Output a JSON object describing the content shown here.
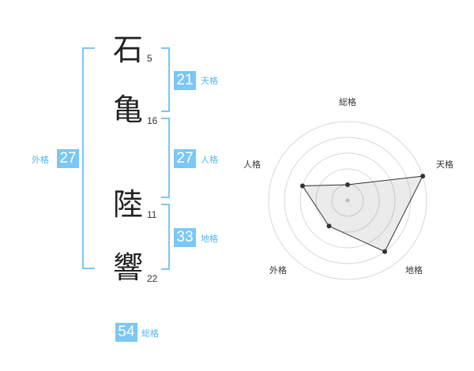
{
  "name": {
    "chars": [
      {
        "char": "石",
        "strokes": "5"
      },
      {
        "char": "亀",
        "strokes": "16"
      },
      {
        "char": "陸",
        "strokes": "11"
      },
      {
        "char": "響",
        "strokes": "22"
      }
    ]
  },
  "scores": {
    "tenkaku": {
      "value": "21",
      "label": "天格"
    },
    "jinkaku": {
      "value": "27",
      "label": "人格"
    },
    "chikaku": {
      "value": "33",
      "label": "地格"
    },
    "gaikaku": {
      "value": "27",
      "label": "外格"
    },
    "soukaku": {
      "value": "54",
      "label": "総格"
    }
  },
  "colors": {
    "accent": "#7cc7f3",
    "label": "#55b7ee"
  },
  "chart_data": {
    "type": "radar",
    "axes": [
      "総格",
      "天格",
      "地格",
      "外格",
      "人格"
    ],
    "values": [
      1,
      5,
      4,
      2,
      3
    ],
    "max": 5
  }
}
